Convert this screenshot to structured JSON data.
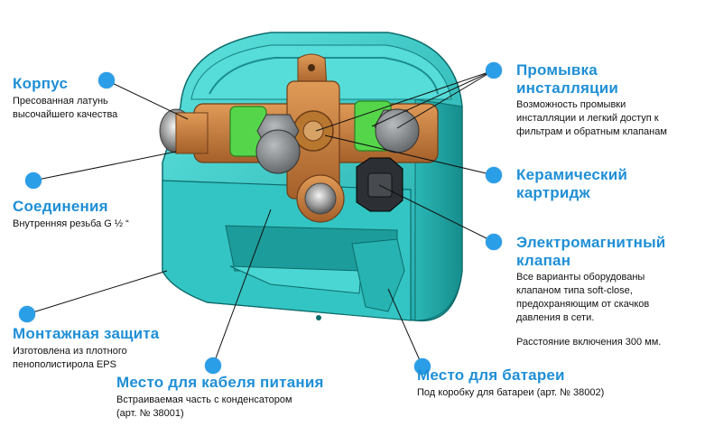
{
  "colors": {
    "accent": "#1f8fd6",
    "dot": "#2b9ee8",
    "housing": "#2fc8c6",
    "brass": "#c87a3a",
    "valve_green": "#55d64a",
    "nut_grey": "#8a8d90"
  },
  "callouts": {
    "body": {
      "title": "Корпус",
      "desc": "Пресованная латунь\nвысочайшего качества"
    },
    "connections": {
      "title": "Соединения",
      "desc": "Внутренняя резьба G ½ “"
    },
    "protection": {
      "title": "Монтажная защита",
      "desc": "Изготовлена из плотного\nпенополистирола EPS"
    },
    "cable": {
      "title": "Место для кабеля питания",
      "desc": "Встраиваемая часть с конденсатором\n(арт. № 38001)"
    },
    "flush": {
      "title": "Промывка\nинсталляции",
      "desc": "Возможность промывки\nинсталляции и легкий доступ к\nфильтрам и обратным клапанам"
    },
    "cartridge": {
      "title": "Керамический\nкартридж",
      "desc": ""
    },
    "solenoid": {
      "title": "Электромагнитный\nклапан",
      "desc": "Все варианты оборудованы\nклапаном типа soft-close,\nпредохраняющим от скачков\nдавления в сети.",
      "note": "Расстояние включения 300 мм."
    },
    "battery": {
      "title": "Место для батареи",
      "desc": "Под коробку для батареи (арт. № 38002)"
    }
  }
}
